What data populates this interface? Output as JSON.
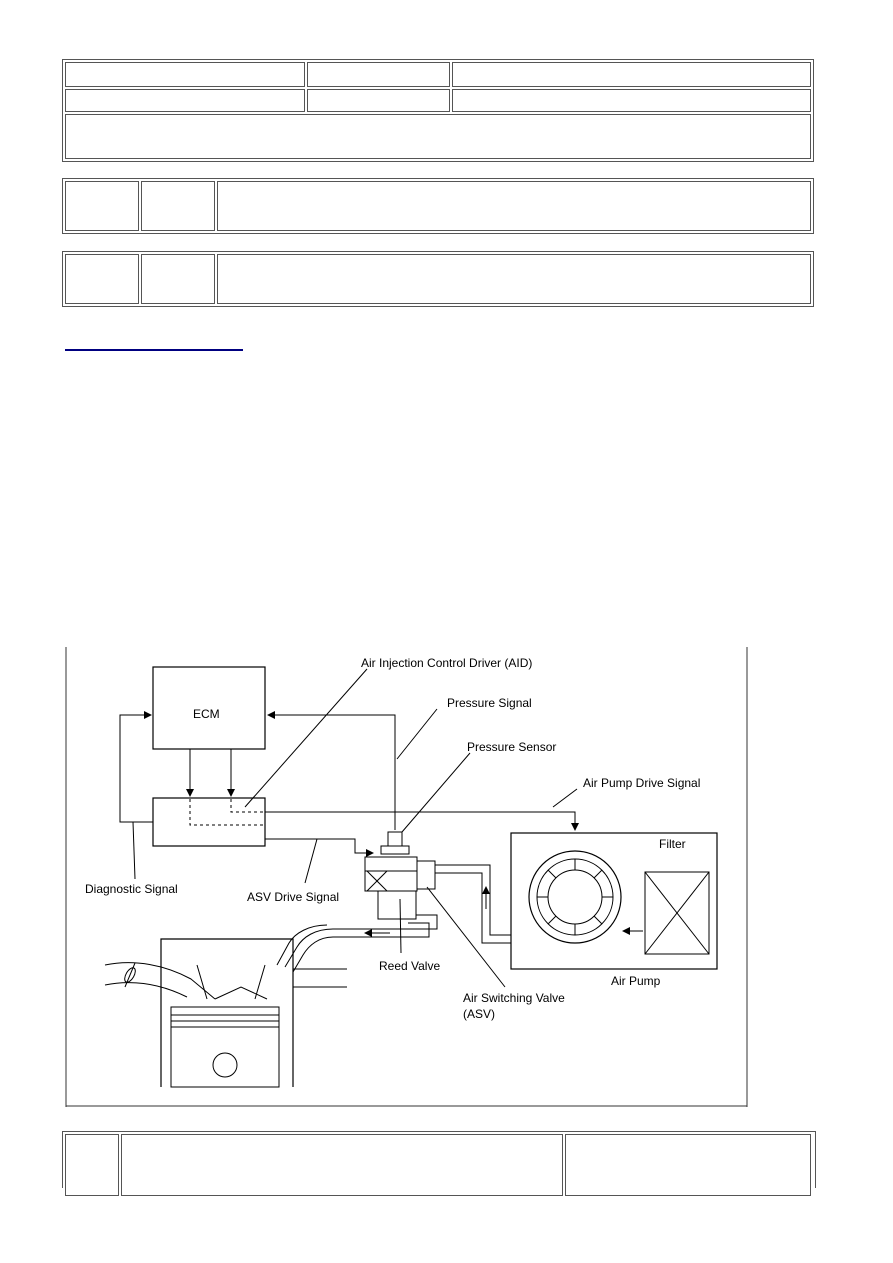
{
  "top_tables": {
    "header": {
      "rows": 3,
      "cells": [
        "",
        "",
        "",
        "",
        "",
        "",
        ""
      ]
    },
    "row_a": {
      "cells": [
        "",
        "",
        ""
      ]
    },
    "row_b": {
      "cells": [
        "",
        "",
        ""
      ]
    }
  },
  "link": {
    "text": ""
  },
  "diagram": {
    "labels": {
      "ecm": "ECM",
      "aid": "Air Injection Control Driver (AID)",
      "pressure_signal": "Pressure Signal",
      "pressure_sensor": "Pressure Sensor",
      "air_pump_drive_signal": "Air Pump Drive Signal",
      "filter": "Filter",
      "diagnostic_signal": "Diagnostic Signal",
      "asv_drive_signal": "ASV Drive Signal",
      "reed_valve": "Reed Valve",
      "asv_line1": "Air Switching Valve",
      "asv_line2": "(ASV)",
      "air_pump": "Air Pump"
    }
  },
  "bottom_table": {
    "cells": [
      "",
      "",
      ""
    ]
  }
}
